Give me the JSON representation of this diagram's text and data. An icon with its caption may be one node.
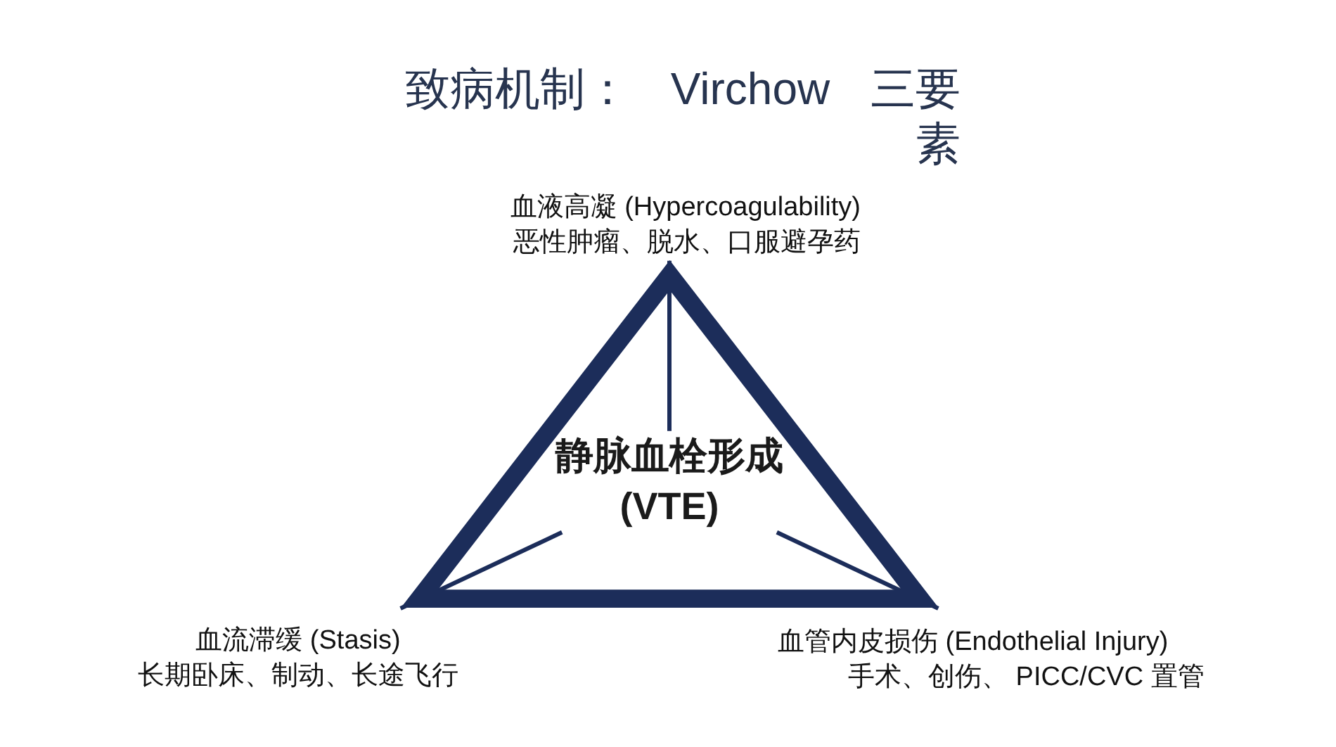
{
  "diagram": {
    "title": "致病机制： Virchow 三要素",
    "nodes": [
      {
        "text": [],
        "shape": "triangle"
      },
      {
        "text": [
          "静脉血栓形成 (VTE)"
        ],
        "in": 0
      },
      {
        "text": [
          "血液高凝 (Hypercoagulability)",
          "恶性肿瘤、脱水、口服避孕药"
        ]
      },
      {
        "text": [
          "血流滞缓 (Stasis)",
          "长期卧床、制动、长途飞行"
        ]
      },
      {
        "text": [
          "血管内皮损伤 (Endothelial Injury)",
          "手术、创伤、 PICC/CVC 置管"
        ]
      }
    ],
    "edges": [
      {
        "from": 1,
        "to": 2,
        "arrow": "none"
      },
      {
        "from": 1,
        "to": 3,
        "arrow": "none"
      },
      {
        "from": 1,
        "to": 4,
        "arrow": "none"
      }
    ]
  }
}
